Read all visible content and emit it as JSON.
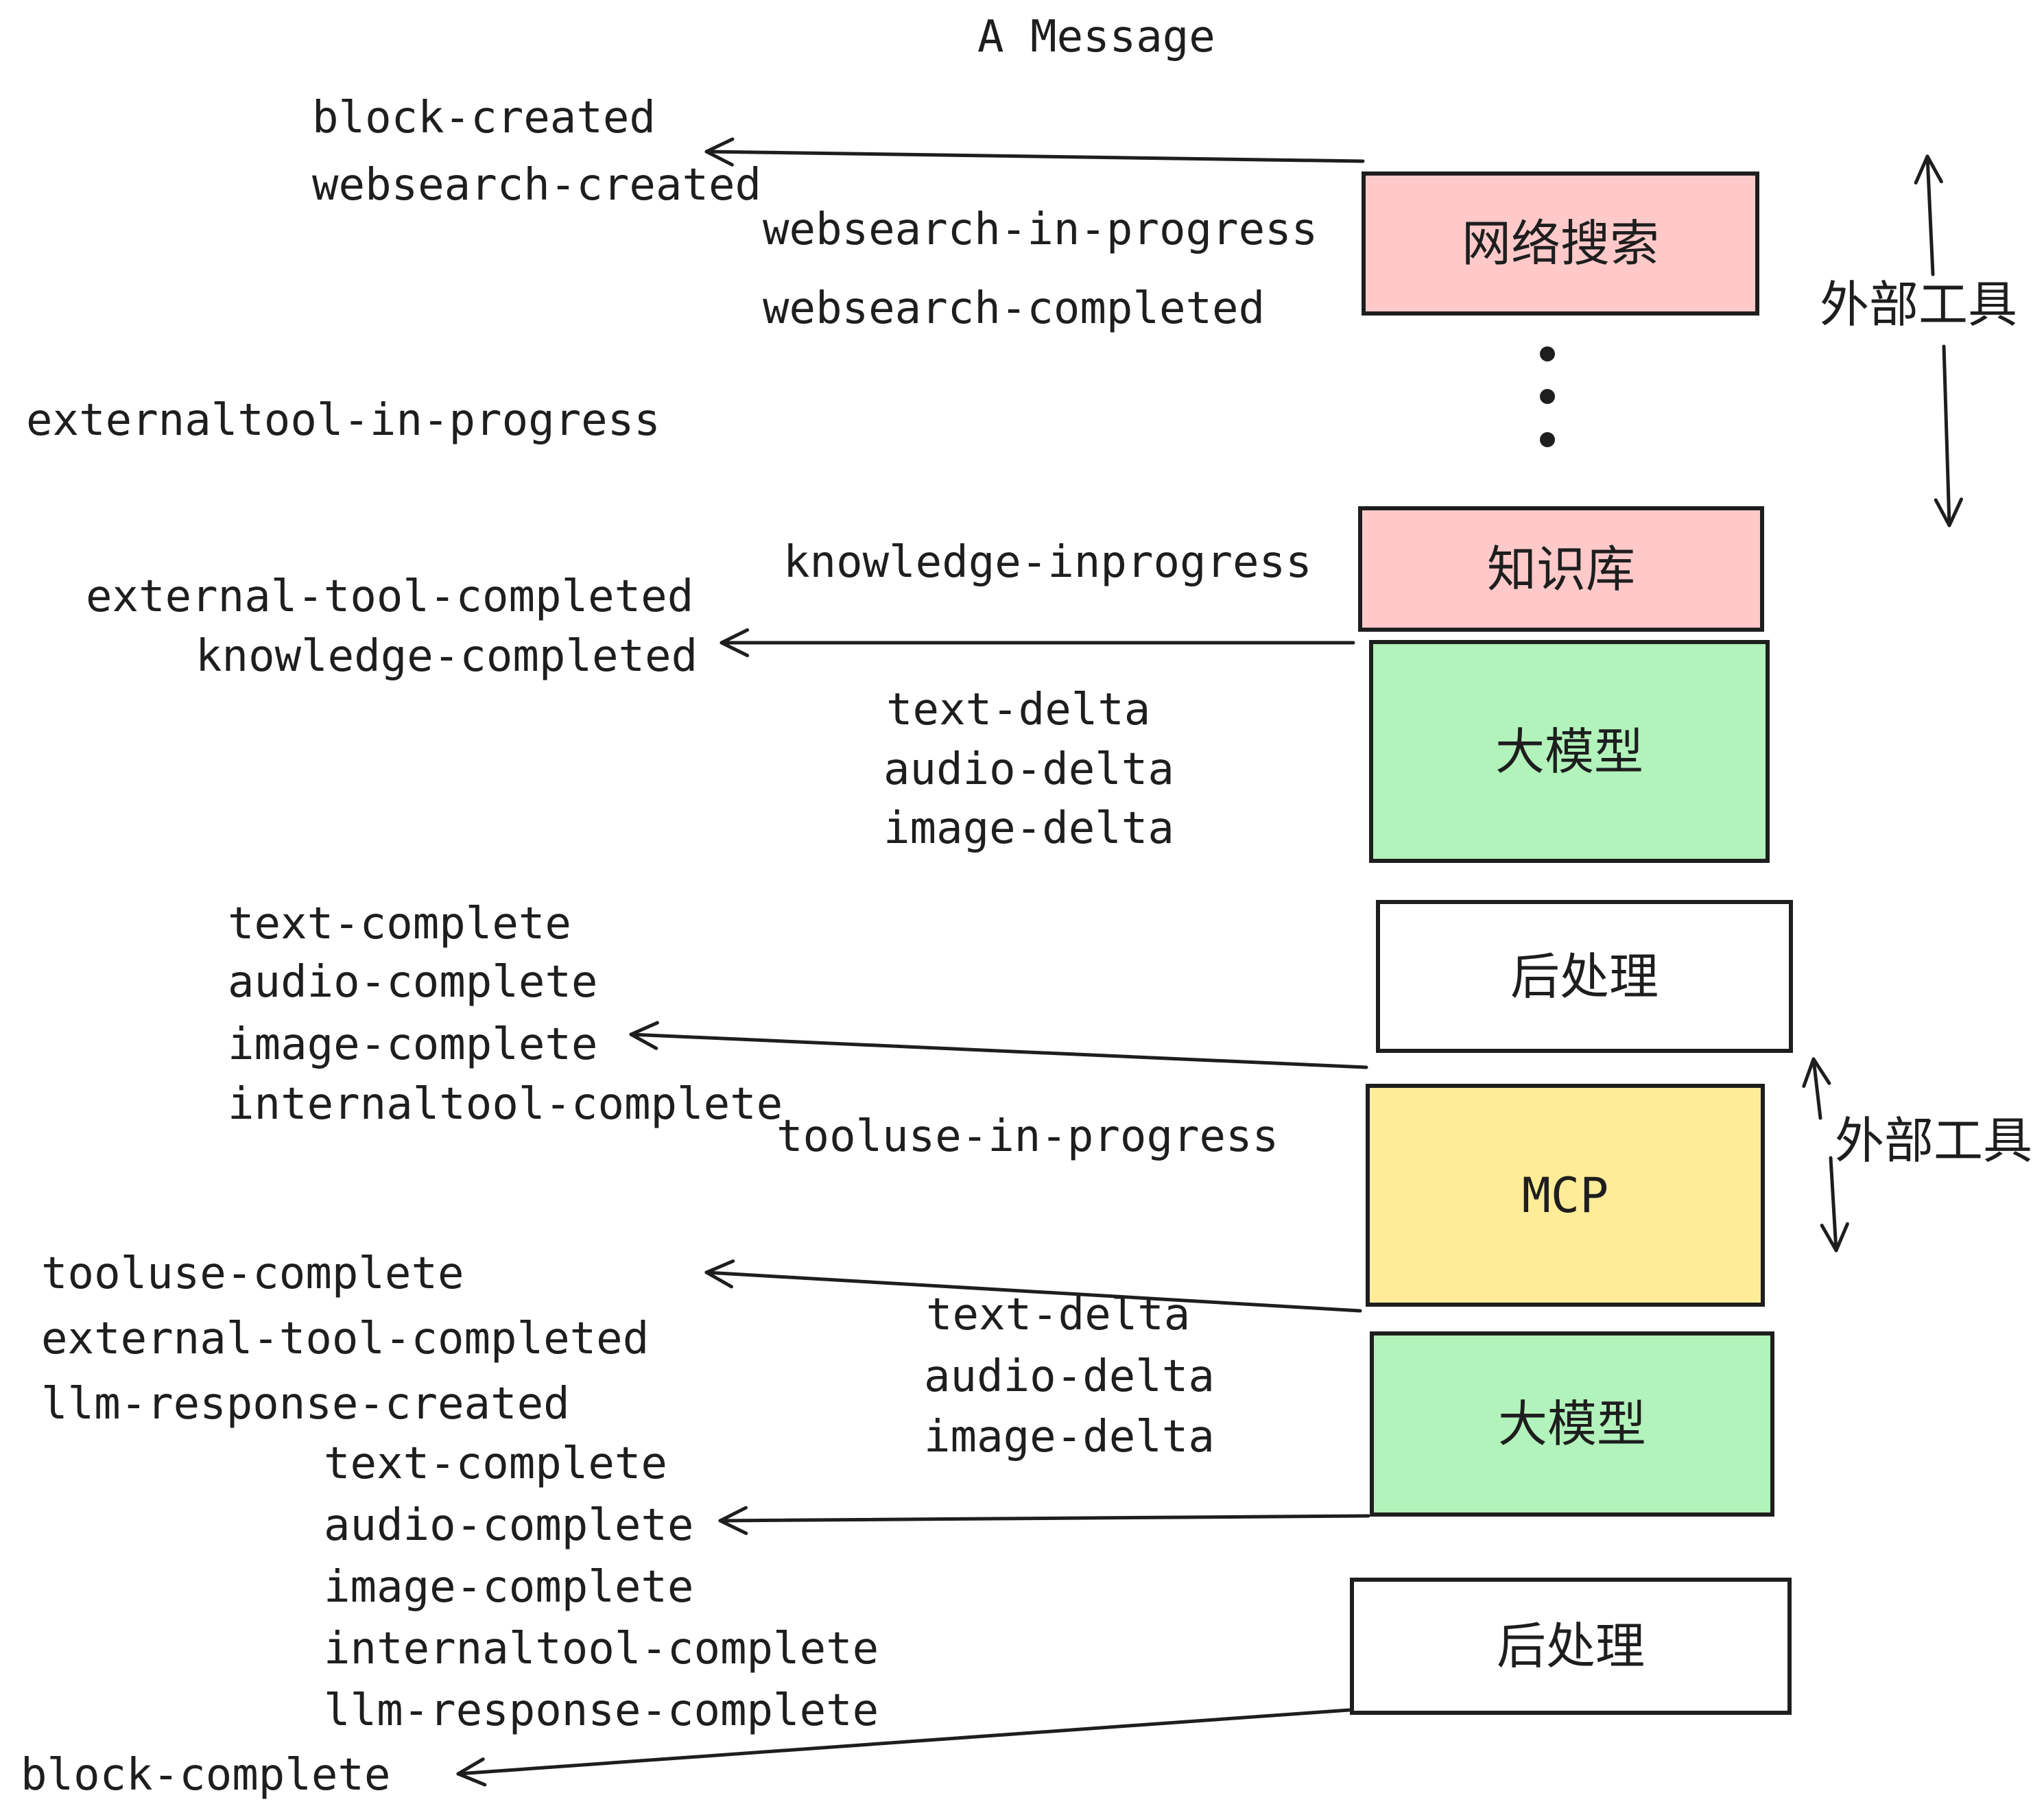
{
  "title": "A Message",
  "events": {
    "block_created": "block-created",
    "websearch_created": "websearch-created",
    "websearch_in_progress": "websearch-in-progress",
    "websearch_completed": "websearch-completed",
    "externaltool_in_progress": "externaltool-in-progress",
    "knowledge_inprogress": "knowledge-inprogress",
    "external_tool_completed_1": "external-tool-completed",
    "knowledge_completed": "knowledge-completed",
    "text_delta_1": "text-delta",
    "audio_delta_1": "audio-delta",
    "image_delta_1": "image-delta",
    "text_complete_1": "text-complete",
    "audio_complete_1": "audio-complete",
    "image_complete_1": "image-complete",
    "internaltool_complete_1": "internaltool-complete",
    "tooluse_in_progress": "tooluse-in-progress",
    "tooluse_complete": "tooluse-complete",
    "external_tool_completed_2": "external-tool-completed",
    "llm_response_created": "llm-response-created",
    "text_delta_2": "text-delta",
    "audio_delta_2": "audio-delta",
    "image_delta_2": "image-delta",
    "text_complete_2": "text-complete",
    "audio_complete_2": "audio-complete",
    "image_complete_2": "image-complete",
    "internaltool_complete_2": "internaltool-complete",
    "llm_response_complete": "llm-response-complete",
    "block_complete": "block-complete"
  },
  "boxes": {
    "websearch": {
      "label": "网络搜索",
      "color": "#FFC9C9"
    },
    "knowledge": {
      "label": "知识库",
      "color": "#FFC9C9"
    },
    "llm1": {
      "label": "大模型",
      "color": "#B2F2BB"
    },
    "post1": {
      "label": "后处理",
      "color": "#FFFFFF"
    },
    "mcp": {
      "label": "MCP",
      "color": "#FFEC99"
    },
    "llm2": {
      "label": "大模型",
      "color": "#B2F2BB"
    },
    "post2": {
      "label": "后处理",
      "color": "#FFFFFF"
    }
  },
  "side_labels": {
    "external_tools_1": "外部工具",
    "external_tools_2": "外部工具"
  },
  "colors": {
    "ink": "#1e1e1e",
    "pink": "#FFC9C9",
    "green": "#B2F2BB",
    "yellow": "#FFEC99",
    "background": "#FFFFFF"
  }
}
